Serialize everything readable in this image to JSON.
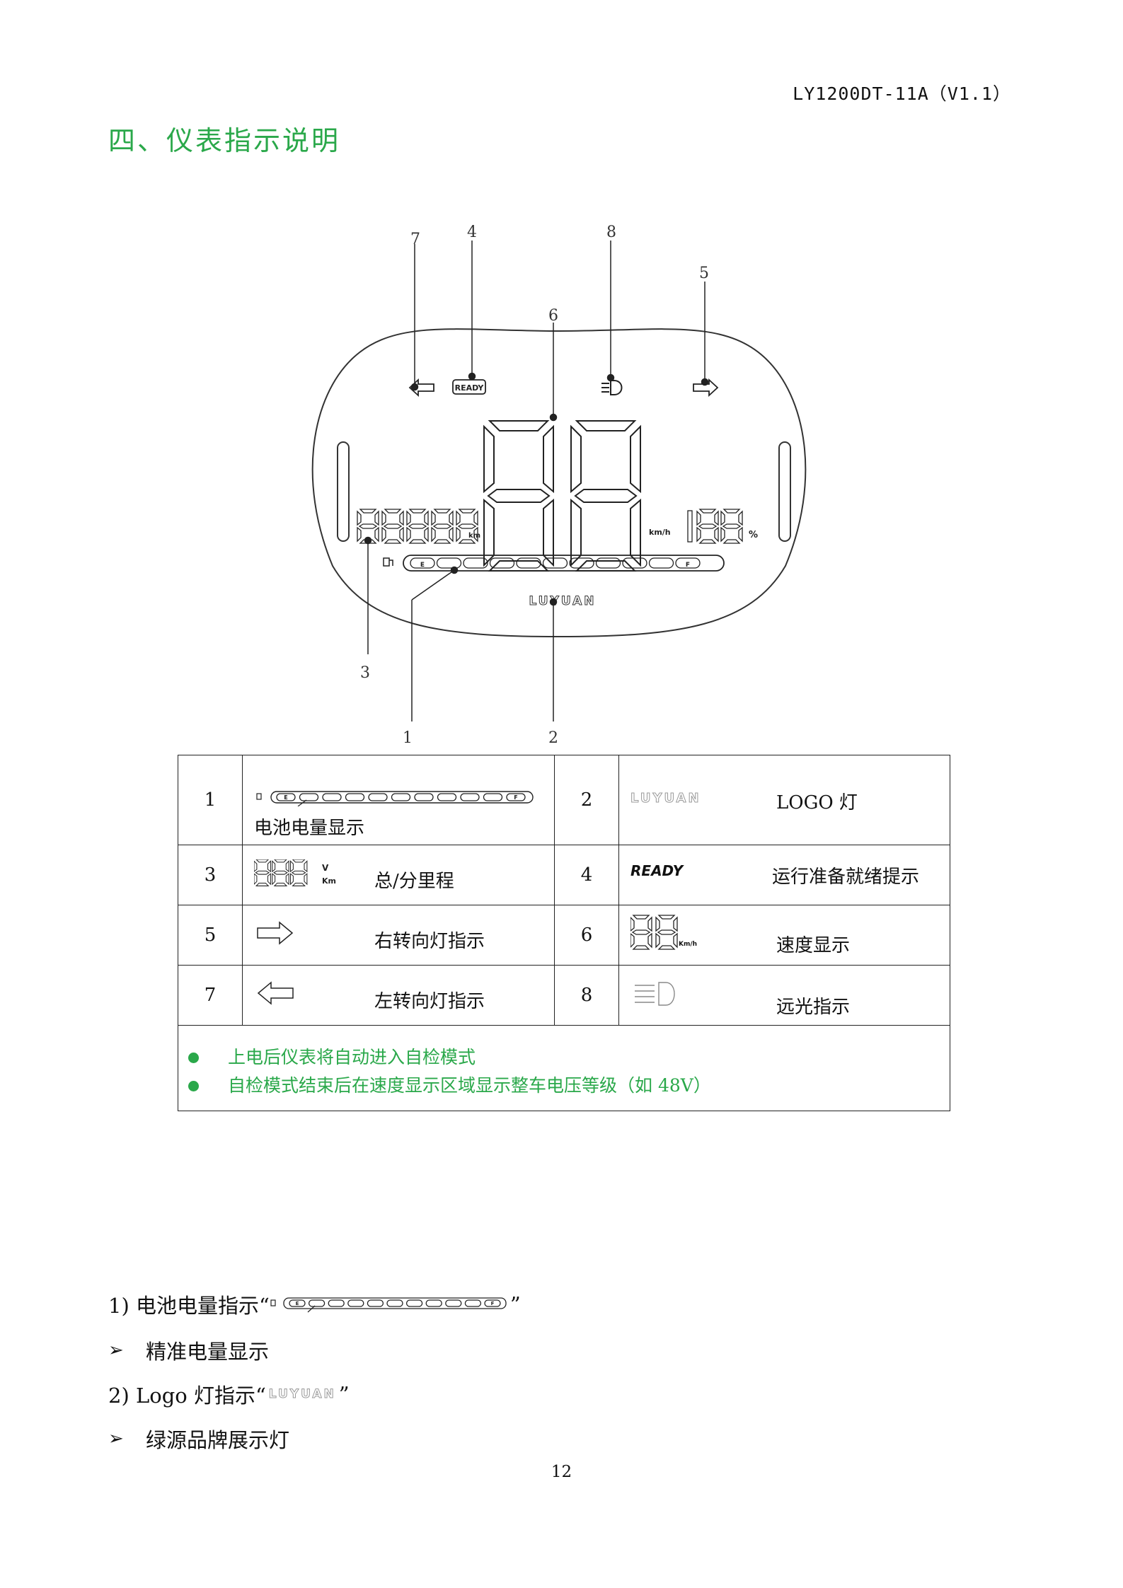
{
  "header": {
    "doc_code": "LY1200DT-11A（V1.1）"
  },
  "section": {
    "title": "四、仪表指示说明"
  },
  "diagram": {
    "callouts": [
      "1",
      "2",
      "3",
      "4",
      "5",
      "6",
      "7",
      "8"
    ],
    "odometer_unit": "km",
    "speed_unit": "km/h",
    "percent_sign": "%",
    "battery_start": "E",
    "battery_end": "F",
    "ready_text": "READY",
    "logo_text": "LUYUAN"
  },
  "table": {
    "rows": [
      {
        "left_num": "1",
        "left_label": "电池电量显示",
        "right_num": "2",
        "right_label": "LOGO 灯"
      },
      {
        "left_num": "3",
        "left_label": "总/分里程",
        "right_num": "4",
        "right_label": "运行准备就绪提示"
      },
      {
        "left_num": "5",
        "left_label": "右转向灯指示",
        "right_num": "6",
        "right_label": "速度显示"
      },
      {
        "left_num": "7",
        "left_label": "左转向灯指示",
        "right_num": "8",
        "right_label": "远光指示"
      }
    ],
    "icon_odo_units": "V Km",
    "icon_speed_unit": "Km/h",
    "notes": [
      "上电后仪表将自动进入自检模式",
      "自检模式结束后在速度显示区域显示整车电压等级（如 48V）"
    ]
  },
  "list": {
    "item1_prefix": "1)  电池电量指示“",
    "item1_suffix": "”",
    "item1_sub": "精准电量显示",
    "item2_prefix": "2)  Logo 灯指示“",
    "item2_suffix": "”",
    "item2_sub": "绿源品牌展示灯",
    "sub_bullet": "➢"
  },
  "page": {
    "number": "12"
  }
}
